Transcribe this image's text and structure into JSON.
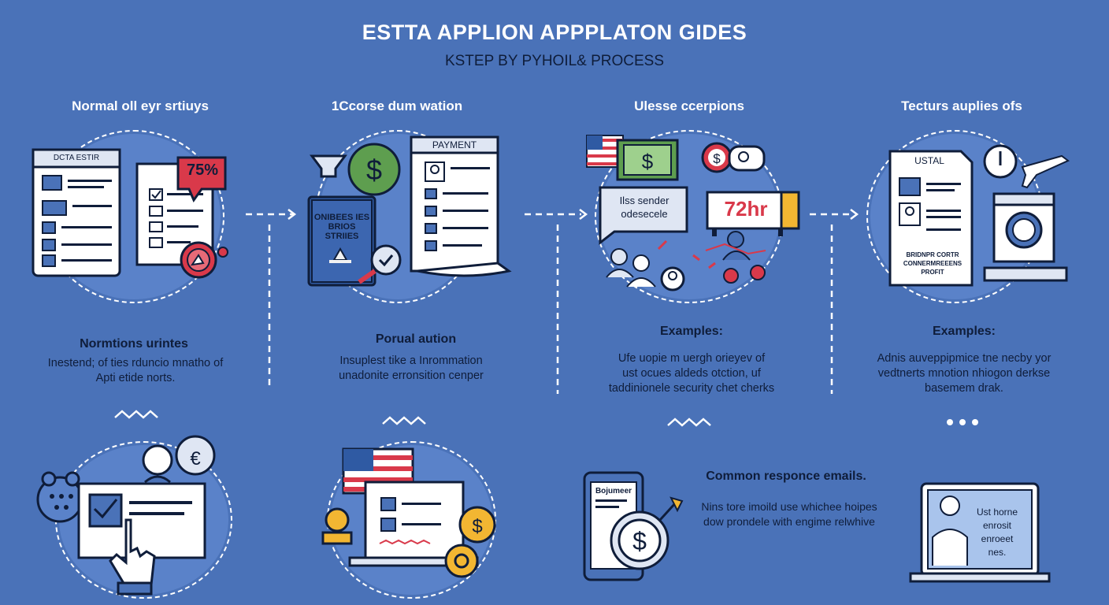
{
  "header": {
    "title": "ESTTA APPLION APPPLATON GIDES",
    "subtitle": "KSTEP BY PYHOIL& PROCESS"
  },
  "steps": [
    {
      "heading": "Normal oll eyr srtiuys",
      "card_tag": "DCTA ESTIR",
      "badge": "75%",
      "sub_heading": "Normtions urintes",
      "body": [
        "Inestend; of ties rduncio mnatho of",
        "Apti etide norts."
      ]
    },
    {
      "heading": "1Ccorse dum wation",
      "card_tag": "PAYMENT",
      "doc_label": "ONIBEES IES BRIOS STRIIES",
      "sub_heading": "Porual aution",
      "body": [
        "Insuplest tike a Inrommation",
        "unadonite erronsition cenper"
      ]
    },
    {
      "heading": "Ulesse ccerpions",
      "speech_label": "Ilss sender odesecele",
      "timer": "72hr",
      "sub_heading": "Examples:",
      "body": [
        "Ufe uopie m uergh orieyev of",
        "ust ocues aldeds otction, uf",
        "taddinionele security chet cherks"
      ]
    },
    {
      "heading": "Tecturs auplies ofs",
      "card_tag": "USTAL",
      "doc_lines": [
        "BRIDNPR CORTR",
        "CONNERMREEENS",
        "PROFIT"
      ],
      "sub_heading": "Examples:",
      "body": [
        "Adnis auveppipmice tne necby yor",
        "vedtnerts mnotion nhiogon derkse",
        "basemem drak."
      ]
    }
  ],
  "bottom": {
    "panel3_phone_label": "Bojumeer",
    "panel3_title": "Common responce emails.",
    "panel3_body": [
      "Nins tore imoild use whichee hoipes",
      "dow prondele with engime relwhive"
    ],
    "panel4_screen": [
      "Ust horne",
      "enrosit",
      "enroeet",
      "nes."
    ]
  },
  "colors": {
    "background": "#4a72b8",
    "ink": "#0f1d3a",
    "accent_red": "#d9394a",
    "accent_green": "#5e9e4f",
    "accent_gold": "#f2b632"
  }
}
